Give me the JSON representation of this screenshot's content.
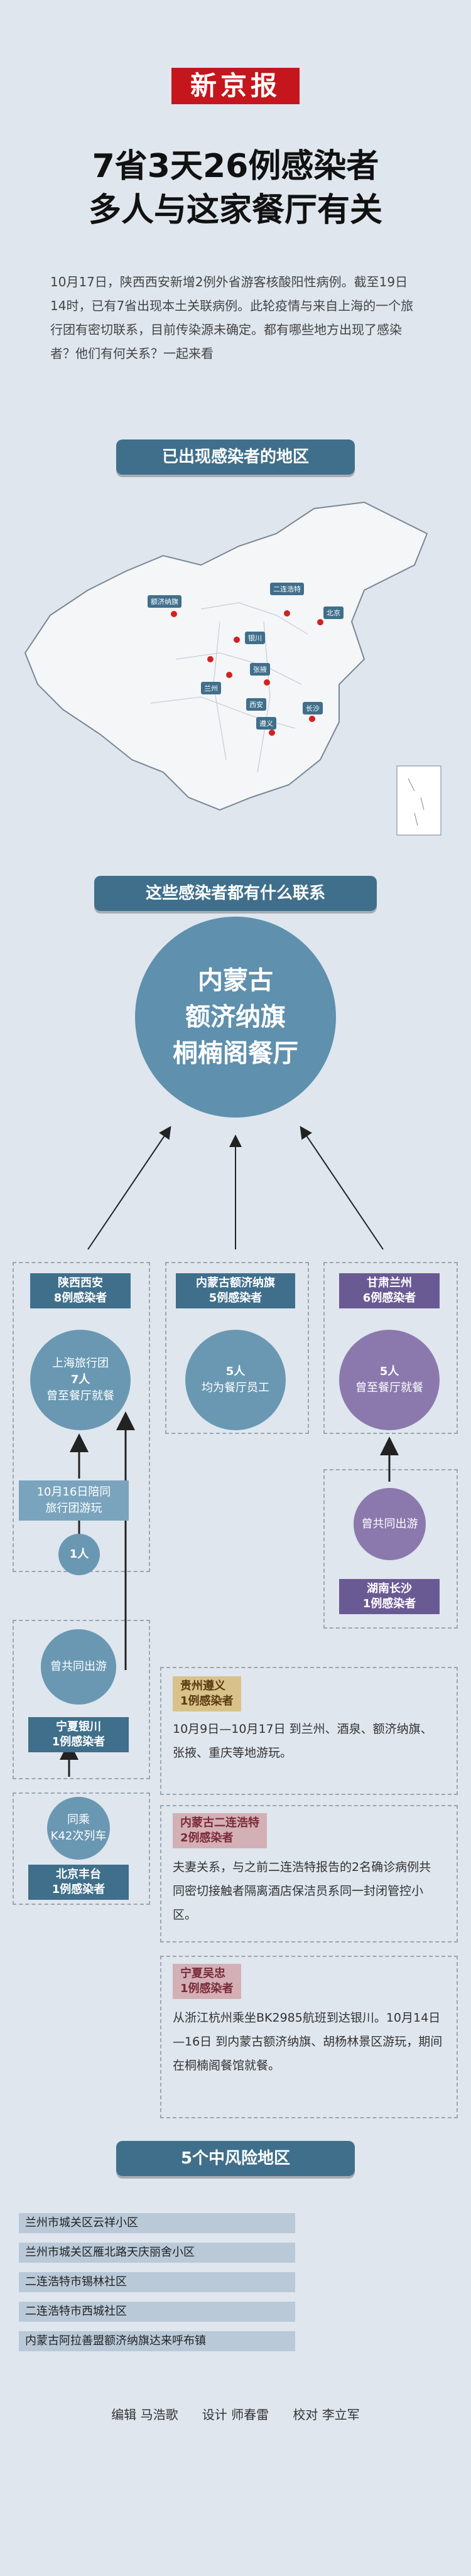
{
  "logo": "新京报",
  "headline": [
    "7省3天26例感染者",
    "多人与这家餐厅有关"
  ],
  "intro": "10月17日，陕西西安新增2例外省游客核酸阳性病例。截至19日14时，已有7省出现本土关联病例。此轮疫情与来自上海的一个旅行团有密切联系，目前传染源未确定。都有哪些地方出现了感染者？他们有何关系？一起来看",
  "section_map": "已出现感染者的地区",
  "map_labels": [
    "额济纳旗",
    "二连浩特",
    "北京",
    "银川",
    "兰州",
    "张掖",
    "西安",
    "遵义",
    "长沙"
  ],
  "section_links": "这些感染者都有什么联系",
  "center": [
    "内蒙古",
    "额济纳旗",
    "桐楠阁餐厅"
  ],
  "xian": {
    "tag": [
      "陕西西安",
      "8例感染者"
    ],
    "circle": [
      "上海旅行团",
      "7人",
      "曾至餐厅就餐"
    ],
    "box": [
      "10月16日陪同",
      "旅行团游玩"
    ],
    "one": "1人"
  },
  "nmg": {
    "tag": [
      "内蒙古额济纳旗",
      "5例感染者"
    ],
    "circle": [
      "5人",
      "均为餐厅员工"
    ]
  },
  "lanzhou": {
    "tag": [
      "甘肃兰州",
      "6例感染者"
    ],
    "circle": [
      "5人",
      "曾至餐厅就餐"
    ],
    "circle2": [
      "曾共同出游"
    ],
    "tag2": [
      "湖南长沙",
      "1例感染者"
    ]
  },
  "yinchuan": {
    "circle": [
      "曾共同出游"
    ],
    "tag": [
      "宁夏银川",
      "1例感染者"
    ]
  },
  "beijing": {
    "circle": [
      "同乘",
      "K42次列车"
    ],
    "tag": [
      "北京丰台",
      "1例感染者"
    ]
  },
  "guizhou": {
    "tag": [
      "贵州遵义",
      "1例感染者"
    ],
    "text": "10月9日—10月17日 到兰州、酒泉、额济纳旗、张掖、重庆等地游玩。"
  },
  "elht": {
    "tag": [
      "内蒙古二连浩特",
      "2例感染者"
    ],
    "text": "夫妻关系，与之前二连浩特报告的2名确诊病例共同密切接触者隔离酒店保洁员系同一封闭管控小区。"
  },
  "wuzhong": {
    "tag": [
      "宁夏吴忠",
      "1例感染者"
    ],
    "text": "从浙江杭州乘坐BK2985航班到达银川。10月14日—16日 到内蒙古额济纳旗、胡杨林景区游玩，期间在桐楠阁餐馆就餐。"
  },
  "section_risk": "5个中风险地区",
  "risk_areas": [
    "兰州市城关区云祥小区",
    "兰州市城关区雁北路天庆丽舍小区",
    "二连浩特市锡林社区",
    "二连浩特市西城社区",
    "内蒙古阿拉善盟额济纳旗达来呼布镇"
  ],
  "footer": {
    "editor_label": "编辑",
    "editor": "马浩歌",
    "design_label": "设计",
    "design": "师春雷",
    "proof_label": "校对",
    "proof": "李立军"
  },
  "colors": {
    "accent": "#3f6f8b",
    "red": "#c4161c",
    "purple": "#6a5a93",
    "bg": "#dfe6ee"
  }
}
